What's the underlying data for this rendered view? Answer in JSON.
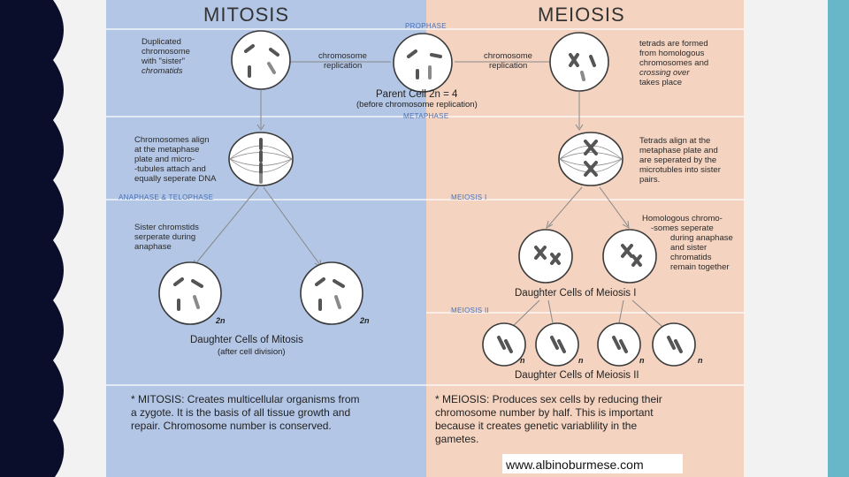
{
  "headings": {
    "left": "MITOSIS",
    "right": "MEIOSIS"
  },
  "phases": {
    "prophase": "PROPHASE",
    "metaphase": "METAPHASE",
    "anaphase_telophase": "ANAPHASE & TELOPHASE",
    "meiosis_1": "MEIOSIS I",
    "meiosis_2": "MEIOSIS II"
  },
  "arrows": {
    "replication_left": [
      "chromosome",
      "replication"
    ],
    "replication_right": [
      "chromosome",
      "replication"
    ]
  },
  "parent": {
    "title": "Parent Cell 2n = 4",
    "subtitle": "(before chromosome replication)"
  },
  "notes": {
    "duplicated": [
      "Duplicated",
      "chromosome",
      "with \"sister\"",
      "chromatids"
    ],
    "tetrads_formed": [
      "tetrads are formed",
      "from homologous",
      "chromosomes and",
      "crossing over",
      "takes place"
    ],
    "align_metaphase": [
      "Chromosomes align",
      "at the metaphase",
      "plate and micro-",
      "-tubules attach and",
      "equally seperate DNA"
    ],
    "tetrads_align": [
      "Tetrads align at the",
      "metaphase plate and",
      "are seperated by the",
      "microtubles into sister",
      "pairs."
    ],
    "sister_separate": [
      "Sister chromstids",
      "serperate during",
      "anaphase"
    ],
    "homologous_separate": [
      "Homologous chromo-",
      "-somes seperate",
      "during anaphase",
      "and sister",
      "chromatids",
      "remain together"
    ]
  },
  "captions": {
    "mitosis_daughters": "Daughter Cells of Mitosis",
    "mitosis_daughters_sub": "(after cell division)",
    "meiosis1_daughters": "Daughter Cells of Meiosis I",
    "meiosis2_daughters": "Daughter Cells of Meiosis II"
  },
  "ploidy": {
    "two_n": "2n",
    "n": "n"
  },
  "summary": {
    "mitosis": [
      "* MITOSIS: Creates multicellular organisms from",
      "a zygote.  It is the basis of all tissue growth and",
      "repair.  Chromosome number is conserved."
    ],
    "meiosis": [
      "* MEIOSIS: Produces sex cells by reducing their",
      "chromosome number by half.  This is important",
      "because it creates genetic variablility in the",
      "gametes."
    ]
  },
  "watermark": "www.albinoburmese.com",
  "colors": {
    "mitosis_bg": "#b3c6e5",
    "meiosis_bg": "#f4d3c0",
    "accent": "#67b7c9",
    "navy": "#0b0e2a",
    "phase_text": "#4a72b8"
  }
}
